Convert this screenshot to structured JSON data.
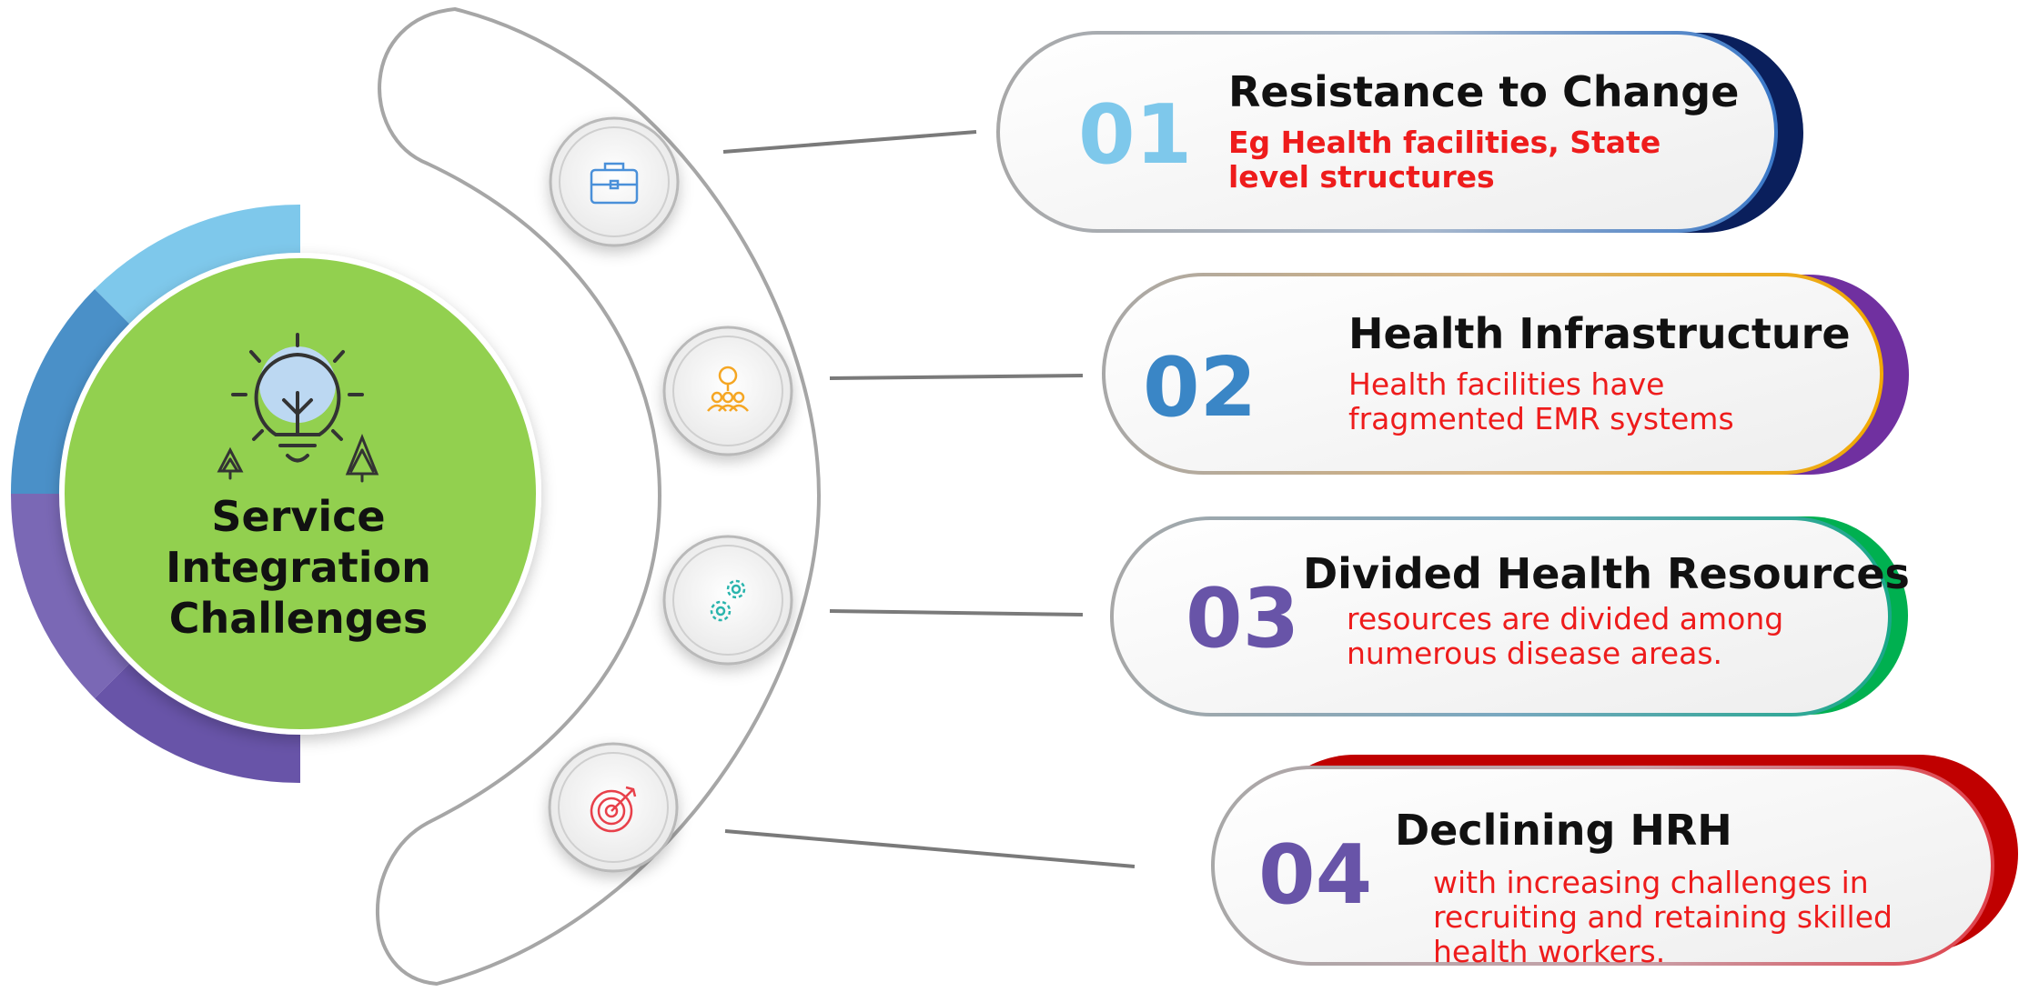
{
  "center": {
    "title": "Service Integration Challenges",
    "fill_color": "#92D050",
    "icon": "lightbulb-with-trees-icon",
    "ring_colors": [
      "#7EC8EB",
      "#4A90C8",
      "#7A68B5",
      "#6854A8"
    ]
  },
  "connector_icons": [
    "briefcase-icon",
    "team-idea-icon",
    "gears-icon",
    "target-icon"
  ],
  "items": [
    {
      "number": "01",
      "title": "Resistance to Change",
      "description": "Eg Health facilities, State level structures",
      "number_color": "#7EC8EB",
      "accent_color": "#0A1F5C",
      "desc_color": "#EE1C1C"
    },
    {
      "number": "02",
      "title": "Health Infrastructure",
      "description": "Health facilities have fragmented EMR systems",
      "number_color": "#3A86C6",
      "accent_color": "#7030A0",
      "desc_color": "#EE1C1C"
    },
    {
      "number": "03",
      "title": "Divided Health Resources",
      "description": "resources are divided among numerous disease areas.",
      "number_color": "#6854A8",
      "accent_color": "#00B050",
      "desc_color": "#EE1C1C"
    },
    {
      "number": "04",
      "title": "Declining HRH",
      "description": "with increasing challenges in recruiting and retaining skilled health workers.",
      "number_color": "#6854A8",
      "accent_color": "#C00000",
      "desc_color": "#EE1C1C"
    }
  ]
}
